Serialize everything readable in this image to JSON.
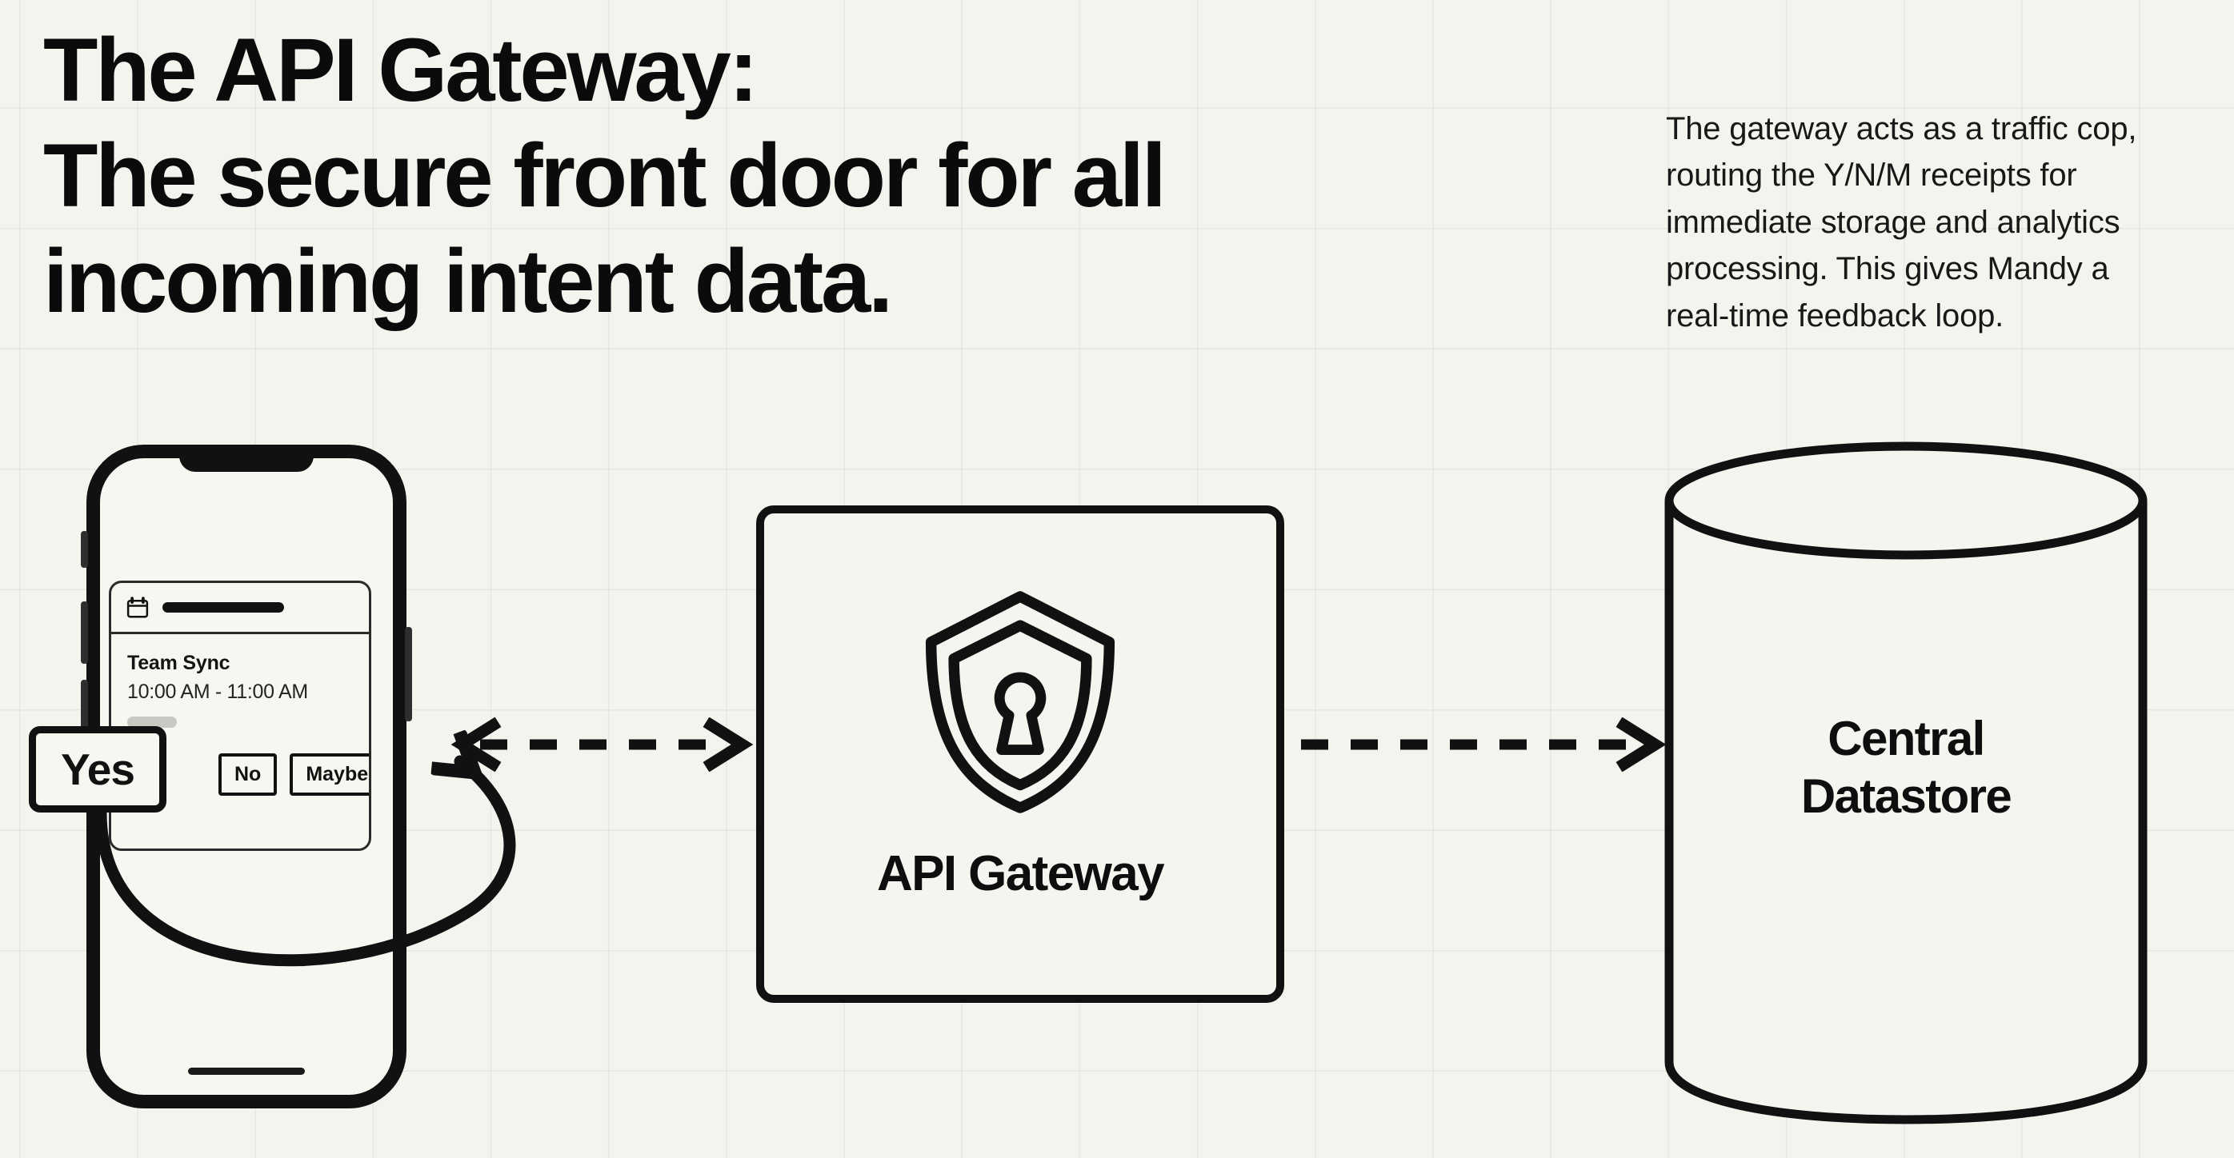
{
  "headline": "The API Gateway:\nThe secure front door for all\nincoming intent data.",
  "side_note": "The gateway acts as a traffic cop, routing the Y/N/M receipts for immediate storage and analytics processing. This gives Mandy a real-time feedback loop.",
  "phone": {
    "card": {
      "icon": "calendar-icon",
      "redacted_title": "",
      "event_title": "Team Sync",
      "event_time": "10:00 AM - 11:00 AM",
      "meta_placeholder": ""
    },
    "rsvp": {
      "yes": "Yes",
      "no": "No",
      "maybe": "Maybe"
    }
  },
  "gateway": {
    "icon": "shield-lock-icon",
    "label": "API Gateway"
  },
  "datastore": {
    "icon": "database-cylinder-icon",
    "label": "Central\nDatastore"
  },
  "connectors": {
    "phone_gateway": "bidirectional-dashed-arrow",
    "gateway_datastore": "dashed-arrow-right",
    "feedback_loop": "curved-loop-arrow"
  },
  "colors": {
    "background": "#f4f4ef",
    "ink": "#111111",
    "grid_line": "rgba(0,0,0,0.055)",
    "placeholder_gray": "#c9c9c4"
  }
}
